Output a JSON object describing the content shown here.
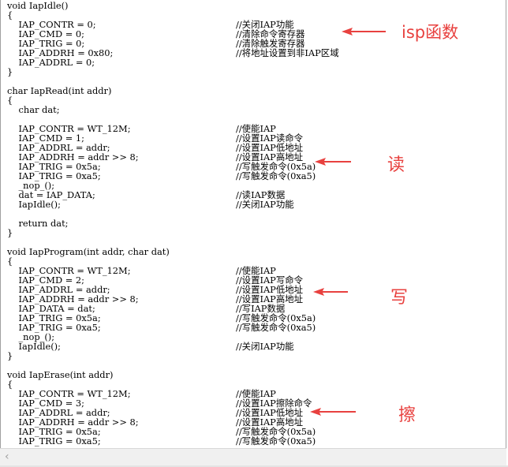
{
  "code_lines": [
    {
      "code": "void IapIdle()",
      "comment": ""
    },
    {
      "code": "{",
      "comment": ""
    },
    {
      "code": "    IAP_CONTR = 0;",
      "comment": "//关闭IAP功能"
    },
    {
      "code": "    IAP_CMD = 0;",
      "comment": "//清除命令寄存器"
    },
    {
      "code": "    IAP_TRIG = 0;",
      "comment": "//清除触发寄存器"
    },
    {
      "code": "    IAP_ADDRH = 0x80;",
      "comment": "//将地址设置到非IAP区域"
    },
    {
      "code": "    IAP_ADDRL = 0;",
      "comment": ""
    },
    {
      "code": "}",
      "comment": ""
    },
    {
      "code": "",
      "comment": ""
    },
    {
      "code": "char IapRead(int addr)",
      "comment": ""
    },
    {
      "code": "{",
      "comment": ""
    },
    {
      "code": "    char dat;",
      "comment": ""
    },
    {
      "code": "",
      "comment": ""
    },
    {
      "code": "    IAP_CONTR = WT_12M;",
      "comment": "//使能IAP"
    },
    {
      "code": "    IAP_CMD = 1;",
      "comment": "//设置IAP读命令"
    },
    {
      "code": "    IAP_ADDRL = addr;",
      "comment": "//设置IAP低地址"
    },
    {
      "code": "    IAP_ADDRH = addr >> 8;",
      "comment": "//设置IAP高地址"
    },
    {
      "code": "    IAP_TRIG = 0x5a;",
      "comment": "//写触发命令(0x5a)"
    },
    {
      "code": "    IAP_TRIG = 0xa5;",
      "comment": "//写触发命令(0xa5)"
    },
    {
      "code": "    _nop_();",
      "comment": ""
    },
    {
      "code": "    dat = IAP_DATA;",
      "comment": "//读IAP数据"
    },
    {
      "code": "    IapIdle();",
      "comment": "//关闭IAP功能"
    },
    {
      "code": "",
      "comment": ""
    },
    {
      "code": "    return dat;",
      "comment": ""
    },
    {
      "code": "}",
      "comment": ""
    },
    {
      "code": "",
      "comment": ""
    },
    {
      "code": "void IapProgram(int addr, char dat)",
      "comment": ""
    },
    {
      "code": "{",
      "comment": ""
    },
    {
      "code": "    IAP_CONTR = WT_12M;",
      "comment": "//使能IAP"
    },
    {
      "code": "    IAP_CMD = 2;",
      "comment": "//设置IAP写命令"
    },
    {
      "code": "    IAP_ADDRL = addr;",
      "comment": "//设置IAP低地址"
    },
    {
      "code": "    IAP_ADDRH = addr >> 8;",
      "comment": "//设置IAP高地址"
    },
    {
      "code": "    IAP_DATA = dat;",
      "comment": "//写IAP数据"
    },
    {
      "code": "    IAP_TRIG = 0x5a;",
      "comment": "//写触发命令(0x5a)"
    },
    {
      "code": "    IAP_TRIG = 0xa5;",
      "comment": "//写触发命令(0xa5)"
    },
    {
      "code": "    _nop_();",
      "comment": ""
    },
    {
      "code": "    IapIdle();",
      "comment": "//关闭IAP功能"
    },
    {
      "code": "}",
      "comment": ""
    },
    {
      "code": "",
      "comment": ""
    },
    {
      "code": "void IapErase(int addr)",
      "comment": ""
    },
    {
      "code": "{",
      "comment": ""
    },
    {
      "code": "    IAP_CONTR = WT_12M;",
      "comment": "//使能IAP"
    },
    {
      "code": "    IAP_CMD = 3;",
      "comment": "//设置IAP擦除命令"
    },
    {
      "code": "    IAP_ADDRL = addr;",
      "comment": "//设置IAP低地址"
    },
    {
      "code": "    IAP_ADDRH = addr >> 8;",
      "comment": "//设置IAP高地址"
    },
    {
      "code": "    IAP_TRIG = 0x5a;",
      "comment": "//写触发命令(0x5a)"
    },
    {
      "code": "    IAP_TRIG = 0xa5;",
      "comment": "//写触发命令(0xa5)"
    }
  ],
  "annotations": {
    "idle": "isp函数",
    "read": "读",
    "write": "写",
    "erase": "擦"
  },
  "colors": {
    "annotation": "#e8413f",
    "scrollbar_bg": "#f0f0f0"
  },
  "scrollbar": {
    "left_arrow": "‹"
  }
}
